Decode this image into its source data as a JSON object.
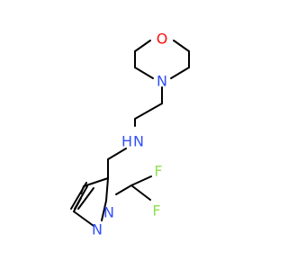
{
  "molecule": {
    "colors": {
      "bond": "#000000",
      "oxygen": "#ff0d0d",
      "nitrogen": "#3050f8",
      "fluorine": "#90e050"
    },
    "atoms": {
      "morpholine_oxygen": {
        "label": "O",
        "element": "oxygen"
      },
      "morpholine_nitrogen": {
        "label": "N",
        "element": "nitrogen"
      },
      "amine_nitrogen": {
        "label": "N",
        "h_label": "H",
        "element": "nitrogen"
      },
      "pyrazole_n1": {
        "label": "N",
        "element": "nitrogen"
      },
      "pyrazole_n2": {
        "label": "N",
        "element": "nitrogen"
      },
      "fluorine_1": {
        "label": "F",
        "element": "fluorine"
      },
      "fluorine_2": {
        "label": "F",
        "element": "fluorine"
      }
    }
  }
}
